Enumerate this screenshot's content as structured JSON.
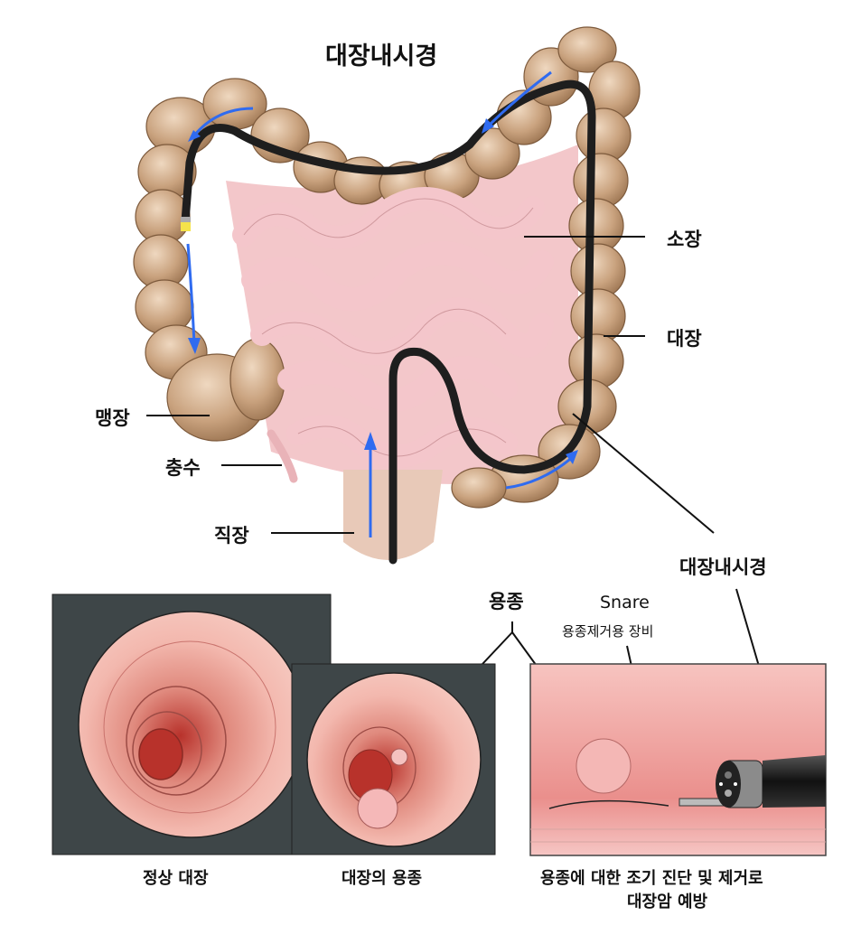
{
  "title": "대장내시경",
  "anatomy_labels": {
    "small_intestine": "소장",
    "large_intestine": "대장",
    "cecum": "맹장",
    "appendix": "충수",
    "rectum": "직장",
    "colonoscope": "대장내시경"
  },
  "detail_labels": {
    "polyp": "용종",
    "snare": "Snare",
    "snare_desc": "용종제거용 장비"
  },
  "captions": {
    "normal": "정상 대장",
    "polyp_view": "대장의 용종",
    "removal_line1": "용종에 대한 조기 진단 및 제거로",
    "removal_line2": "대장암 예방"
  },
  "colors": {
    "colon": "#c9a27e",
    "colon_dark": "#9c7552",
    "small_intestine": "#f2c4c8",
    "scope": "#1e1e1e",
    "arrow": "#2f6bf0",
    "panel_bg": "#3e4648",
    "lumen": "#f2b9b0",
    "lumen_deep": "#c8443a",
    "mucosa": "#f2a7a4"
  }
}
